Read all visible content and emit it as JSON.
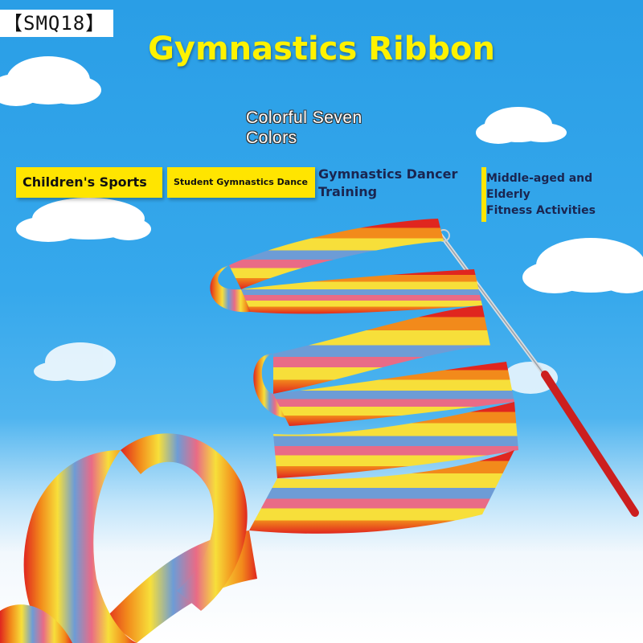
{
  "brand_code": "【SMQ18】",
  "title": "Gymnastics Ribbon",
  "subtitle_line1": "Colorful Seven",
  "subtitle_line2": "Colors",
  "tags": [
    {
      "text": "Children's Sports"
    },
    {
      "text": "Student Gymnastics Dance"
    },
    {
      "line1": "Gymnastics Dancer",
      "line2": "Training"
    },
    {
      "line1": "Middle-aged and Elderly",
      "line2": "Fitness Activities"
    }
  ],
  "colors": {
    "sky": "#2a9ee6",
    "title": "#fff200",
    "tag_yellow": "#ffe500",
    "stripe_red": "#e0261f",
    "stripe_orange": "#f28a1b",
    "stripe_yellow": "#f7df3a",
    "stripe_blue": "#6d9cd6",
    "stripe_pink": "#e96b86",
    "stick": "#cc1f1f"
  }
}
